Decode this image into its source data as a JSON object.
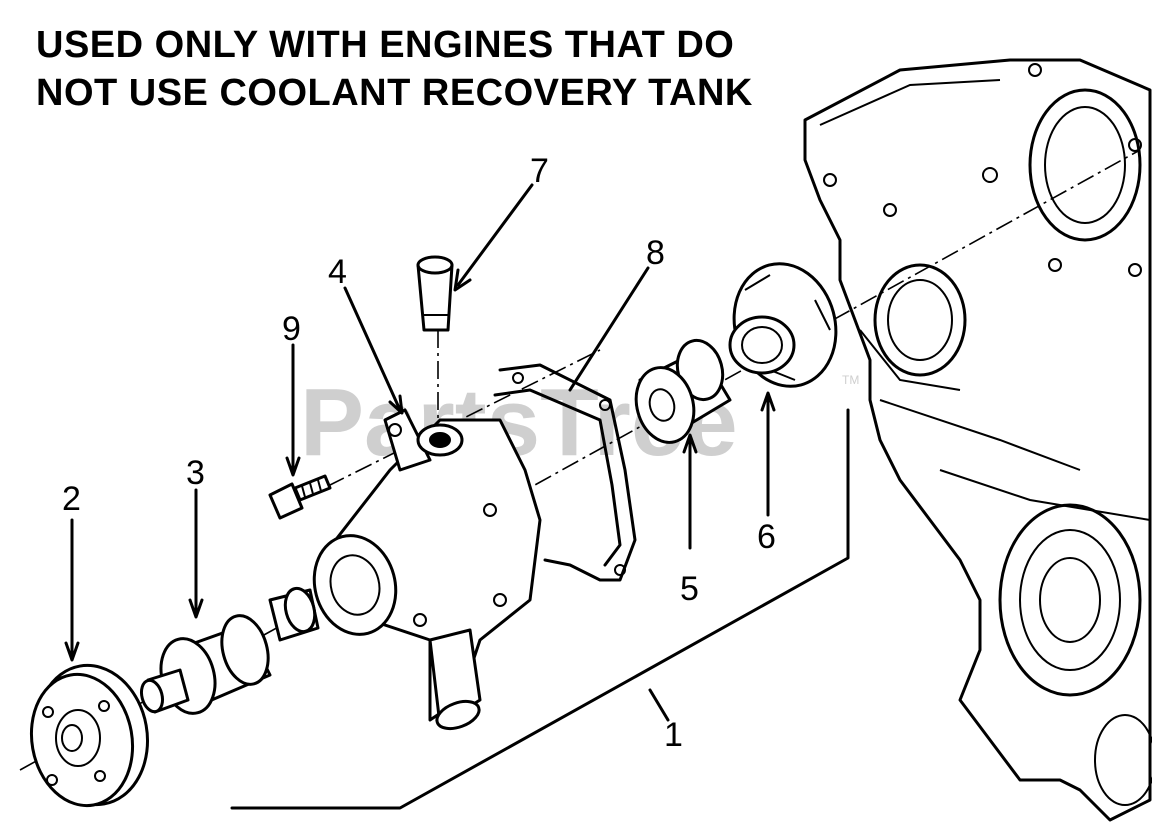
{
  "title": {
    "line1": "USED ONLY WITH ENGINES THAT DO",
    "line2": "NOT USE COOLANT RECOVERY TANK"
  },
  "callouts": [
    {
      "id": "1",
      "label": "1"
    },
    {
      "id": "2",
      "label": "2"
    },
    {
      "id": "3",
      "label": "3"
    },
    {
      "id": "4",
      "label": "4"
    },
    {
      "id": "5",
      "label": "5"
    },
    {
      "id": "6",
      "label": "6"
    },
    {
      "id": "7",
      "label": "7"
    },
    {
      "id": "8",
      "label": "8"
    },
    {
      "id": "9",
      "label": "9"
    }
  ],
  "watermark": {
    "text": "PartsTree",
    "trademark": "TM"
  }
}
